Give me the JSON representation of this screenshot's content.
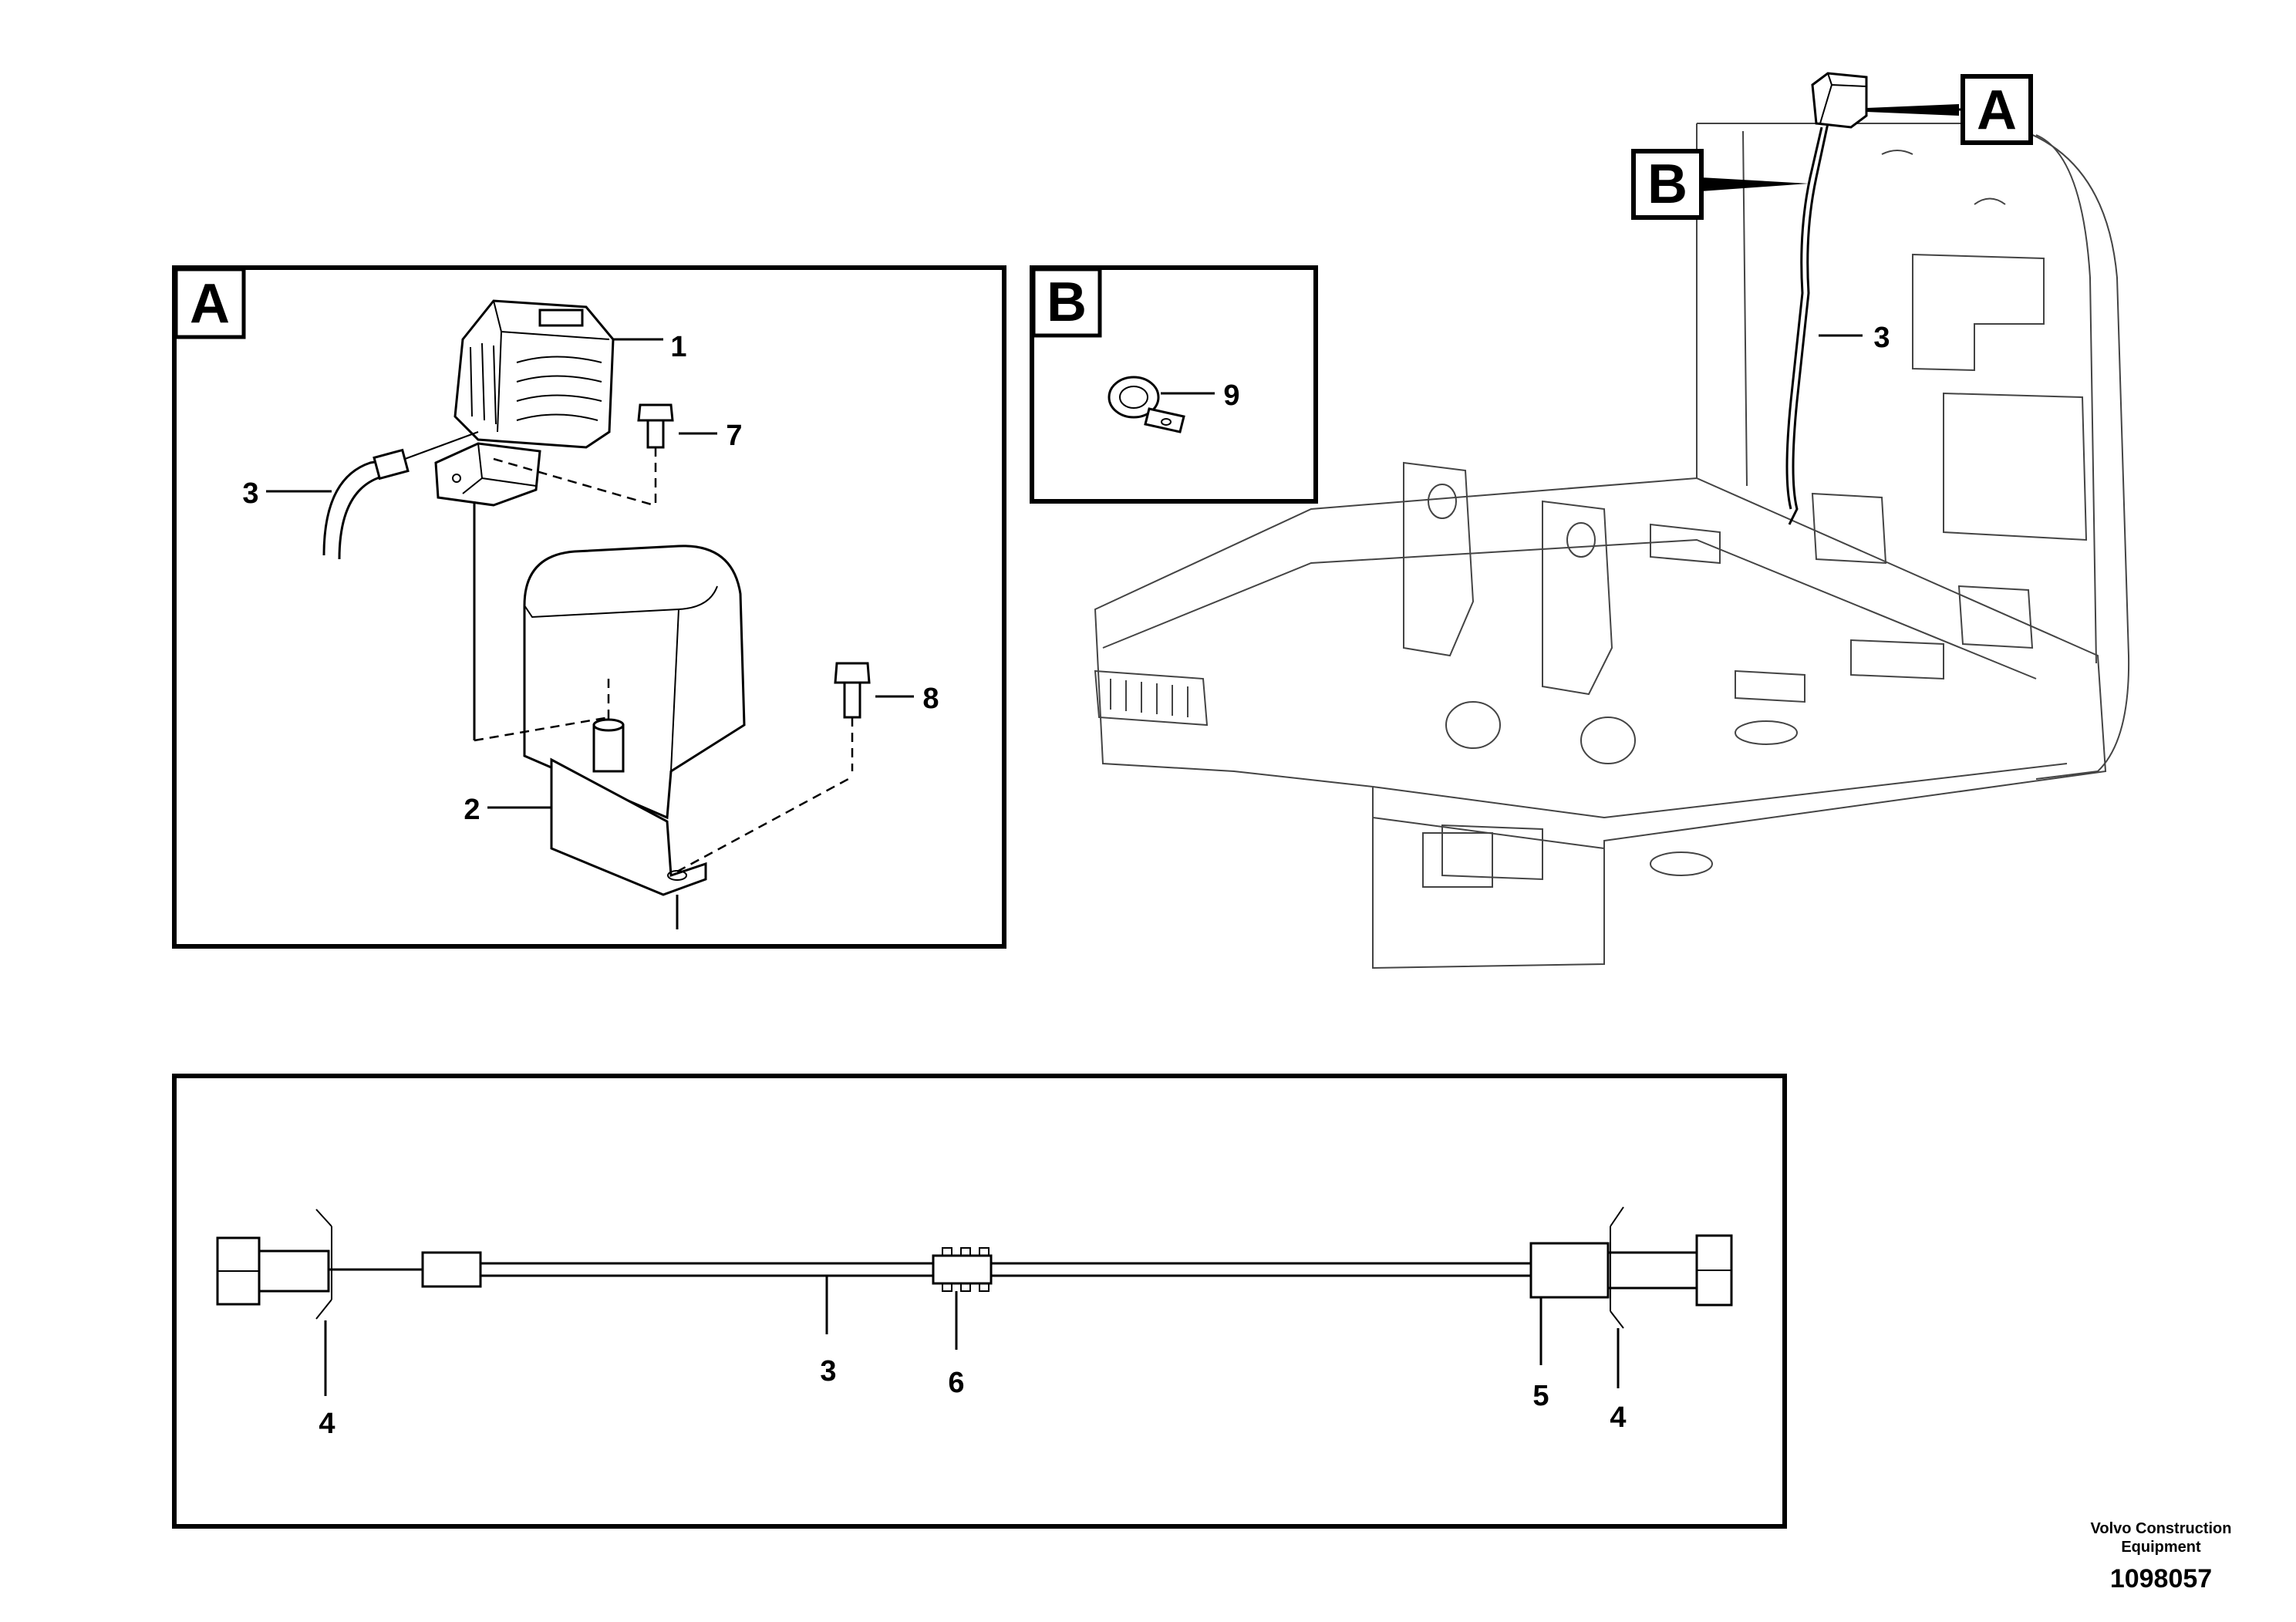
{
  "views": {
    "detail_a": {
      "letter": "A"
    },
    "detail_b": {
      "letter": "B"
    },
    "overview": {
      "callout_a": "A",
      "callout_b": "B"
    }
  },
  "callouts": {
    "a_1": "1",
    "a_2": "2",
    "a_3": "3",
    "a_7": "7",
    "a_8": "8",
    "b_9": "9",
    "overview_3": "3",
    "harness_3": "3",
    "harness_4_left": "4",
    "harness_4_right": "4",
    "harness_5": "5",
    "harness_6": "6"
  },
  "footer": {
    "publisher_line1": "Volvo Construction",
    "publisher_line2": "Equipment",
    "drawing_number": "1098057"
  }
}
